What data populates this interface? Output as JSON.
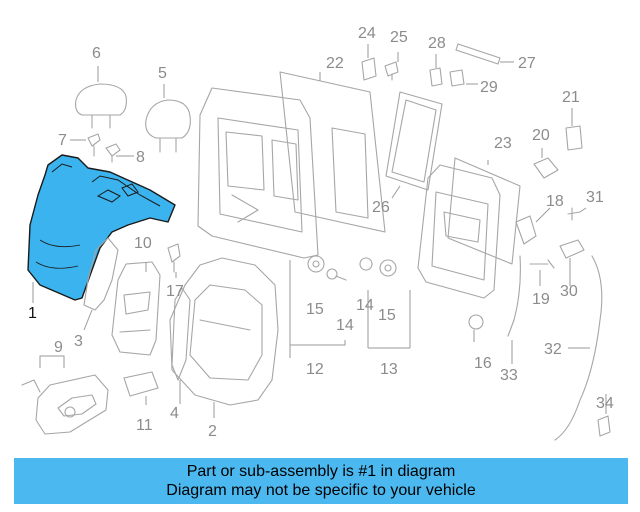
{
  "highlight_color": "#3bb3ee",
  "banner": {
    "line1": "Part or sub-assembly is #1 in diagram",
    "line2": "Diagram may not be specific to your vehicle",
    "color": "#4bb8f0"
  },
  "callouts": {
    "c1": "1",
    "c2": "2",
    "c3": "3",
    "c4": "4",
    "c5": "5",
    "c6": "6",
    "c7": "7",
    "c8": "8",
    "c9": "9",
    "c10": "10",
    "c11": "11",
    "c12": "12",
    "c13": "13",
    "c14a": "14",
    "c14b": "14",
    "c15a": "15",
    "c15b": "15",
    "c16": "16",
    "c17": "17",
    "c18": "18",
    "c19": "19",
    "c20": "20",
    "c21": "21",
    "c22": "22",
    "c23": "23",
    "c24": "24",
    "c25": "25",
    "c26": "26",
    "c27": "27",
    "c28": "28",
    "c29": "29",
    "c30": "30",
    "c31": "31",
    "c32": "32",
    "c33": "33",
    "c34": "34"
  }
}
